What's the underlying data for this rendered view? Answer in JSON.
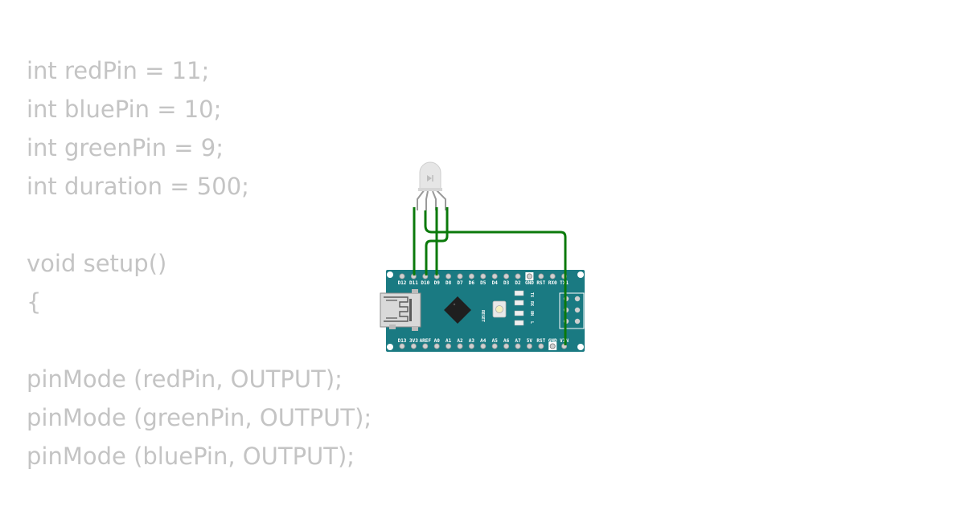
{
  "code": {
    "lines": [
      "int redPin = 11;",
      "int bluePin = 10;",
      "int greenPin = 9;",
      "int duration = 500;",
      "",
      "void setup()",
      "{",
      "",
      "pinMode (redPin, OUTPUT);",
      "pinMode (greenPin, OUTPUT);",
      "pinMode (bluePin, OUTPUT);"
    ]
  },
  "board": {
    "top_pins": [
      "D12",
      "D11",
      "D10",
      "D9",
      "D8",
      "D7",
      "D6",
      "D5",
      "D4",
      "D3",
      "D2",
      "GND",
      "RST",
      "RX0",
      "TX1"
    ],
    "bottom_pins": [
      "D13",
      "3V3",
      "AREF",
      "A0",
      "A1",
      "A2",
      "A3",
      "A4",
      "A5",
      "A6",
      "A7",
      "5V",
      "RST",
      "GND",
      "VIN"
    ],
    "labels": {
      "reset": "RESET",
      "tx": "TX",
      "rx": "RX",
      "on": "ON",
      "l": "L"
    }
  },
  "colors": {
    "code_text": "#c4c4c4",
    "board": "#1a7a82",
    "wire": "#0b7a0b",
    "led_body": "#e6e6e6"
  },
  "icons": {
    "usb": "usb-connector-icon",
    "chip": "microcontroller-icon",
    "led": "rgb-led-icon"
  }
}
